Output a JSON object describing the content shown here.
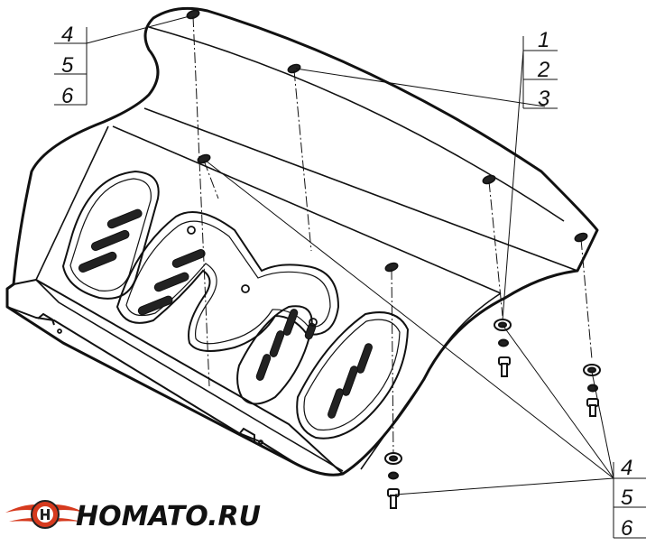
{
  "callouts": {
    "top_left": [
      "4",
      "5",
      "6"
    ],
    "top_right": [
      "1",
      "2",
      "3"
    ],
    "bottom_right": [
      "4",
      "5",
      "6"
    ]
  },
  "logo": {
    "text": "HOMATO.RU",
    "accent_color": "#d63a1e",
    "dark_color": "#222222"
  },
  "colors": {
    "line": "#111111",
    "background": "#ffffff"
  }
}
